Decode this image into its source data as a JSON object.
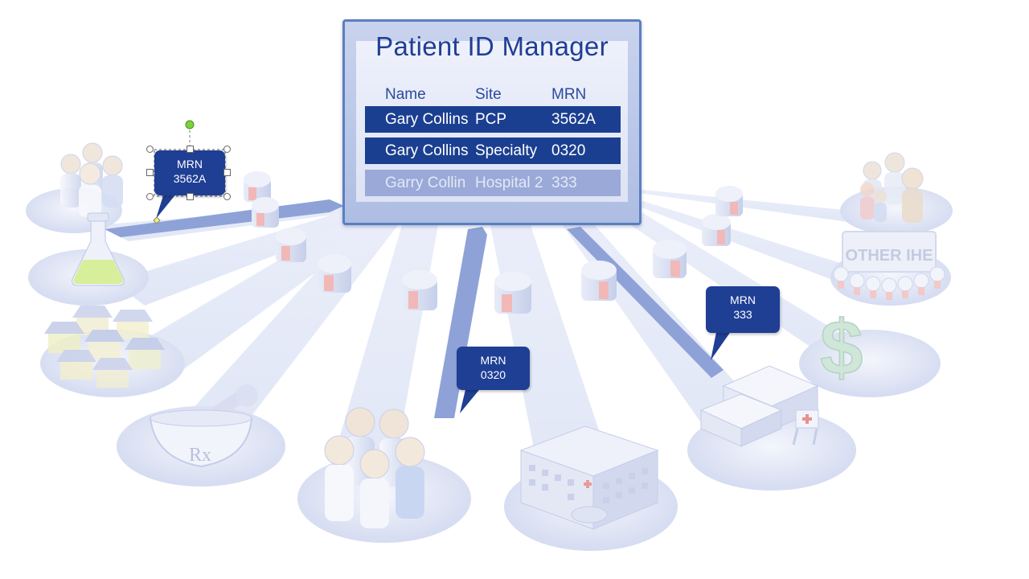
{
  "manager": {
    "title": "Patient ID Manager",
    "columns": [
      "Name",
      "Site",
      "MRN"
    ],
    "rows": [
      {
        "name": "Gary Collins",
        "site": "PCP",
        "mrn": "3562A"
      },
      {
        "name": "Gary Collins",
        "site": "Specialty",
        "mrn": "0320"
      },
      {
        "name": "Garry Collin",
        "site": "Hospital 2",
        "mrn": "333"
      }
    ]
  },
  "callouts": [
    {
      "line1": "MRN",
      "line2": "3562A"
    },
    {
      "line1": "MRN",
      "line2": "0320"
    },
    {
      "line1": "MRN",
      "line2": "333"
    }
  ],
  "other_ihe_label": "OTHER IHE",
  "pharmacy_label": "Rx",
  "colors": {
    "navy": "#1f3f95",
    "ray": "#e8ecf8",
    "disc": "#dfe4f4",
    "highlight_ray": "#8aa0d6"
  }
}
